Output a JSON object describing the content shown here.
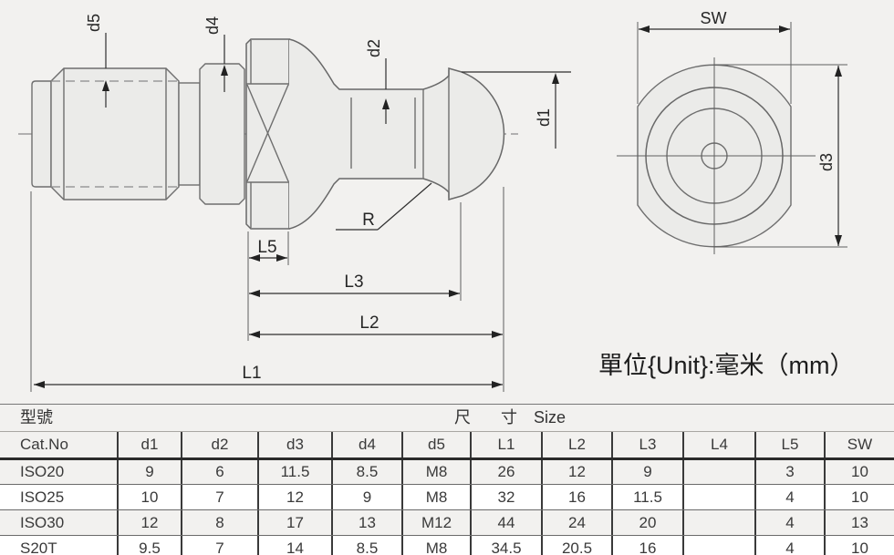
{
  "drawing": {
    "labels": {
      "d5": "d5",
      "d4": "d4",
      "d2": "d2",
      "d1": "d1",
      "r": "R",
      "l5": "L5",
      "l3": "L3",
      "l2": "L2",
      "l1": "L1",
      "sw": "SW",
      "d3": "d3"
    },
    "unit_note": "單位{Unit}:毫米（mm）"
  },
  "table": {
    "model_header": "型號",
    "size_header_zh": "尺 寸",
    "size_header_en": "Size",
    "columns": [
      "Cat.No",
      "d1",
      "d2",
      "d3",
      "d4",
      "d5",
      "L1",
      "L2",
      "L3",
      "L4",
      "L5",
      "SW"
    ],
    "rows": [
      [
        "ISO20",
        "9",
        "6",
        "11.5",
        "8.5",
        "M8",
        "26",
        "12",
        "9",
        "",
        "3",
        "10"
      ],
      [
        "ISO25",
        "10",
        "7",
        "12",
        "9",
        "M8",
        "32",
        "16",
        "11.5",
        "",
        "4",
        "10"
      ],
      [
        "ISO30",
        "12",
        "8",
        "17",
        "13",
        "M12",
        "44",
        "24",
        "20",
        "",
        "4",
        "13"
      ],
      [
        "S20T",
        "9.5",
        "7",
        "14",
        "8.5",
        "M8",
        "34.5",
        "20.5",
        "16",
        "",
        "4",
        "10"
      ]
    ]
  },
  "colors": {
    "background": "#f2f1ef",
    "part_fill": "#ebebe9",
    "outline": "#6e6e6e",
    "dimension_line": "#2f2f2f",
    "alt_row": "#ffffff"
  }
}
